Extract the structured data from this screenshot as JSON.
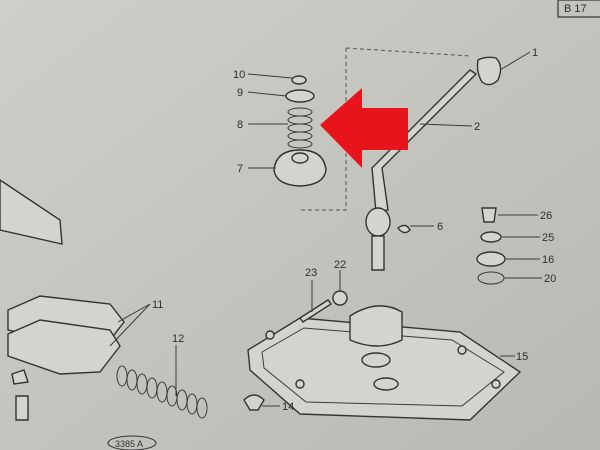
{
  "page_ref": "B 17",
  "figure_ref": "3385 A",
  "callouts": {
    "c1": "1",
    "c2": "2",
    "c6": "6",
    "c7": "7",
    "c8": "8",
    "c9": "9",
    "c10": "10",
    "c11": "11",
    "c12": "12",
    "c14": "14",
    "c15": "15",
    "c16": "16",
    "c20": "20",
    "c22": "22",
    "c23": "23",
    "c25": "25",
    "c26": "26"
  },
  "colors": {
    "paper": "#c9c9c4",
    "ink": "#333333",
    "arrow": "#e8141c"
  }
}
